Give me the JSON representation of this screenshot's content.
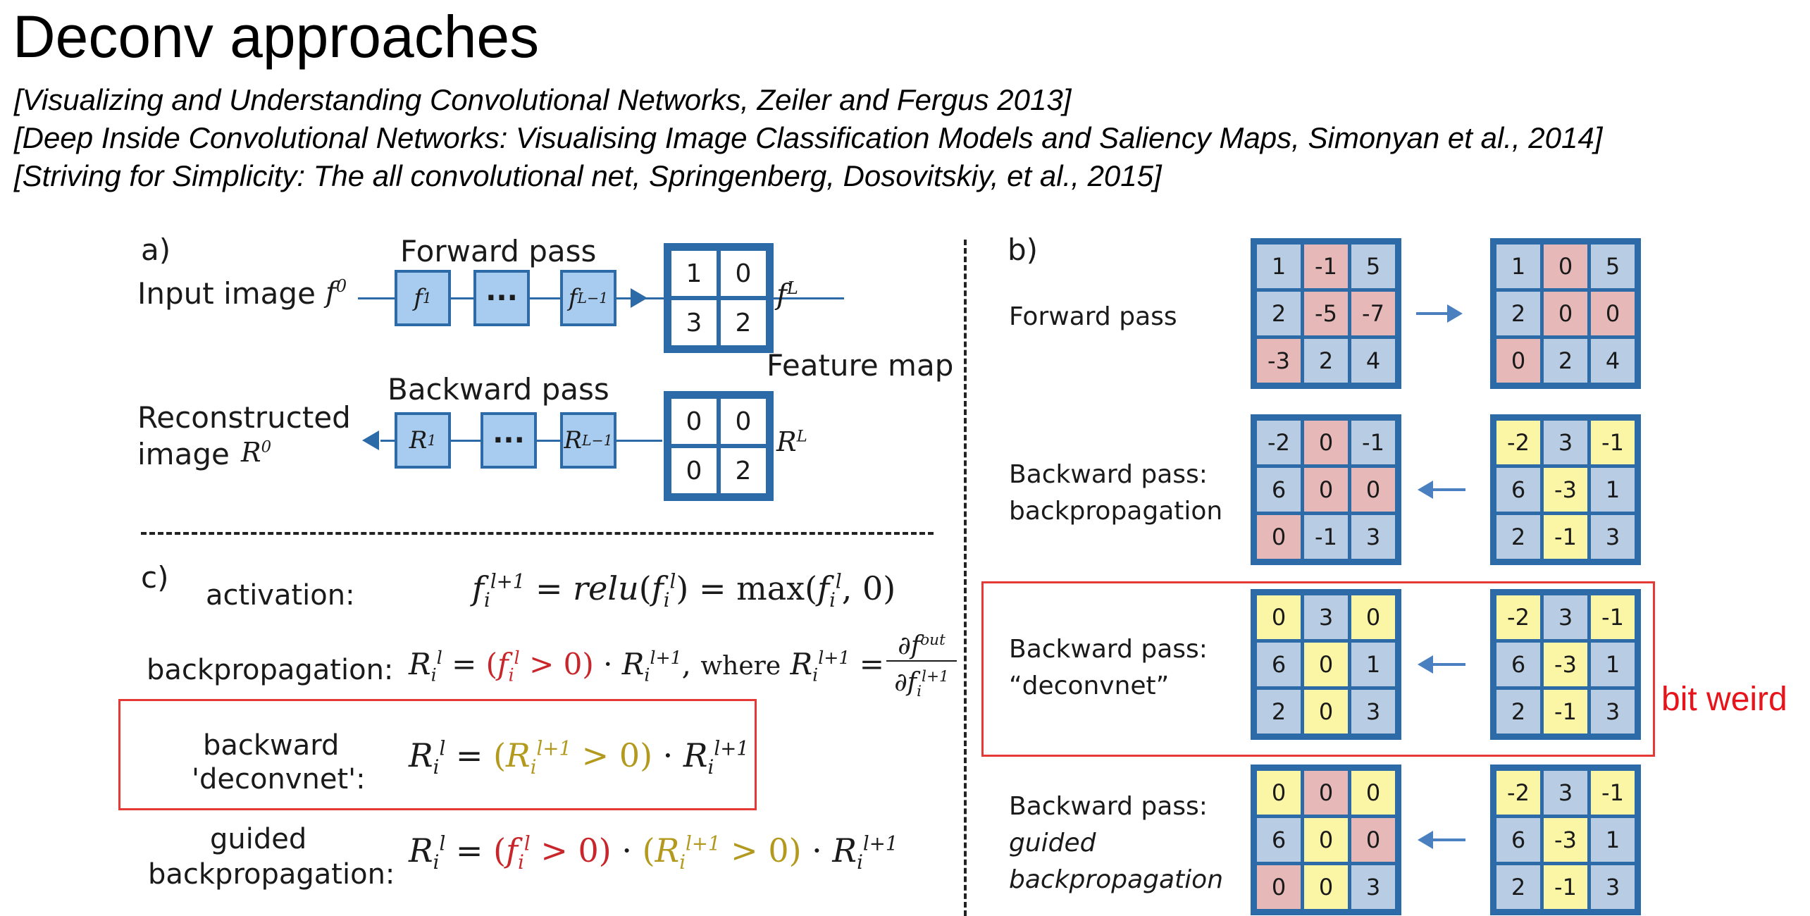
{
  "title": "Deconv approaches",
  "references": [
    "[Visualizing and Understanding Convolutional Networks, Zeiler and Fergus 2013]",
    "[Deep Inside Convolutional Networks: Visualising Image Classification Models and Saliency Maps, Simonyan et al., 2014]",
    "[Striving for Simplicity: The all convolutional net, Springenberg, Dosovitskiy, et al., 2015]"
  ],
  "panel_a": {
    "label": "a)",
    "forward_pass": "Forward pass",
    "input_image": "Input image",
    "backward_pass": "Backward pass",
    "reconstructed_1": "Reconstructed",
    "reconstructed_2": "image",
    "feature_map": "Feature map",
    "f0": "f",
    "f0_sup": "0",
    "f1": "f",
    "f1_sup": "1",
    "fL1": "f",
    "fL1_sup": "L−1",
    "fL": "f",
    "fL_sup": "L",
    "R0": "R",
    "R0_sup": "0",
    "R1": "R",
    "R1_sup": "1",
    "RL1": "R",
    "RL1_sup": "L−1",
    "RL": "R",
    "RL_sup": "L",
    "dots": "···",
    "forward_grid": [
      "1",
      "0",
      "3",
      "2"
    ],
    "backward_grid": [
      "0",
      "0",
      "0",
      "2"
    ]
  },
  "panel_b": {
    "label": "b)",
    "rows": [
      {
        "label_lines": [
          "Forward pass"
        ],
        "italic_lines": [],
        "arrow": "right",
        "left": [
          [
            "1",
            "-1",
            "5"
          ],
          [
            "2",
            "-5",
            "-7"
          ],
          [
            "-3",
            "2",
            "4"
          ]
        ],
        "left_colors": [
          [
            "b",
            "p",
            "b"
          ],
          [
            "b",
            "p",
            "p"
          ],
          [
            "p",
            "b",
            "b"
          ]
        ],
        "right": [
          [
            "1",
            "0",
            "5"
          ],
          [
            "2",
            "0",
            "0"
          ],
          [
            "0",
            "2",
            "4"
          ]
        ],
        "right_colors": [
          [
            "b",
            "p",
            "b"
          ],
          [
            "b",
            "p",
            "p"
          ],
          [
            "p",
            "b",
            "b"
          ]
        ]
      },
      {
        "label_lines": [
          "Backward pass:",
          "backpropagation"
        ],
        "italic_lines": [],
        "arrow": "left",
        "left": [
          [
            "-2",
            "0",
            "-1"
          ],
          [
            "6",
            "0",
            "0"
          ],
          [
            "0",
            "-1",
            "3"
          ]
        ],
        "left_colors": [
          [
            "b",
            "p",
            "b"
          ],
          [
            "b",
            "p",
            "p"
          ],
          [
            "p",
            "b",
            "b"
          ]
        ],
        "right": [
          [
            "-2",
            "3",
            "-1"
          ],
          [
            "6",
            "-3",
            "1"
          ],
          [
            "2",
            "-1",
            "3"
          ]
        ],
        "right_colors": [
          [
            "y",
            "b",
            "y"
          ],
          [
            "b",
            "y",
            "b"
          ],
          [
            "b",
            "y",
            "b"
          ]
        ]
      },
      {
        "label_lines": [
          "Backward pass:",
          "“deconvnet”"
        ],
        "italic_lines": [],
        "arrow": "left",
        "left": [
          [
            "0",
            "3",
            "0"
          ],
          [
            "6",
            "0",
            "1"
          ],
          [
            "2",
            "0",
            "3"
          ]
        ],
        "left_colors": [
          [
            "y",
            "b",
            "y"
          ],
          [
            "b",
            "y",
            "b"
          ],
          [
            "b",
            "y",
            "b"
          ]
        ],
        "right": [
          [
            "-2",
            "3",
            "-1"
          ],
          [
            "6",
            "-3",
            "1"
          ],
          [
            "2",
            "-1",
            "3"
          ]
        ],
        "right_colors": [
          [
            "y",
            "b",
            "y"
          ],
          [
            "b",
            "y",
            "b"
          ],
          [
            "b",
            "y",
            "b"
          ]
        ]
      },
      {
        "label_lines": [
          "Backward pass:"
        ],
        "italic_lines": [
          "guided",
          "backpropagation"
        ],
        "arrow": "left",
        "left": [
          [
            "0",
            "0",
            "0"
          ],
          [
            "6",
            "0",
            "0"
          ],
          [
            "0",
            "0",
            "3"
          ]
        ],
        "left_colors": [
          [
            "y",
            "p",
            "y"
          ],
          [
            "b",
            "y",
            "p"
          ],
          [
            "p",
            "y",
            "b"
          ]
        ],
        "right": [
          [
            "-2",
            "3",
            "-1"
          ],
          [
            "6",
            "-3",
            "1"
          ],
          [
            "2",
            "-1",
            "3"
          ]
        ],
        "right_colors": [
          [
            "y",
            "b",
            "y"
          ],
          [
            "b",
            "y",
            "b"
          ],
          [
            "b",
            "y",
            "b"
          ]
        ]
      }
    ]
  },
  "panel_c": {
    "label": "c)",
    "activation_label": "activation:",
    "backprop_label": "backpropagation:",
    "deconv_label_1": "backward",
    "deconv_label_2": "'deconvnet':",
    "guided_label_1": "guided",
    "guided_label_2": "backpropagation:",
    "where": "where",
    "relu": "relu",
    "max": "max",
    "out": "out"
  },
  "annotation": "bit weird",
  "colors": {
    "blue_cell": "#b8cce4",
    "pink_cell": "#e6b9b8",
    "yellow_cell": "#fbf5a6",
    "grid_border": "#2c6aa8",
    "highlight_box": "#e53935",
    "annotation": "#e8141b"
  }
}
